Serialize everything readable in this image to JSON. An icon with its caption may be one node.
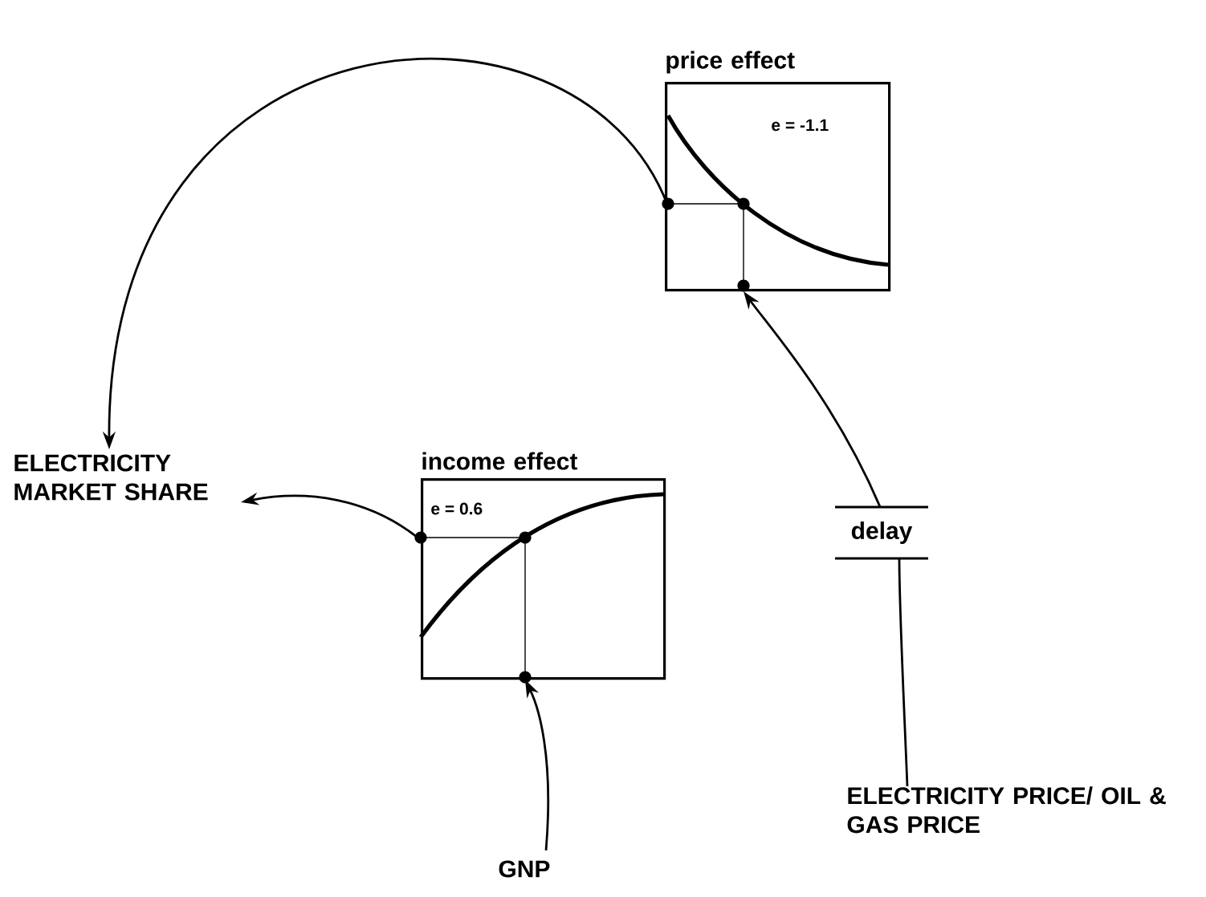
{
  "diagram": {
    "nodes": [
      {
        "text": [
          "price effect",
          "e = -1.1"
        ]
      },
      {
        "text": [
          "income effect",
          "e = 0.6"
        ]
      },
      {
        "text": [
          "ELECTRICITY MARKET SHARE"
        ]
      },
      {
        "text": [
          "delay"
        ]
      },
      {
        "text": [
          "ELECTRICITY PRICE/ OIL & GAS PRICE"
        ]
      },
      {
        "text": [
          "GNP"
        ]
      }
    ],
    "edges": [
      {
        "from": 4,
        "to": 3,
        "arrow": "none"
      },
      {
        "from": 3,
        "to": 0,
        "arrow": "to"
      },
      {
        "from": 0,
        "to": 2,
        "arrow": "to"
      },
      {
        "from": 1,
        "to": 2,
        "arrow": "to"
      },
      {
        "from": 5,
        "to": 1,
        "arrow": "to"
      }
    ]
  }
}
